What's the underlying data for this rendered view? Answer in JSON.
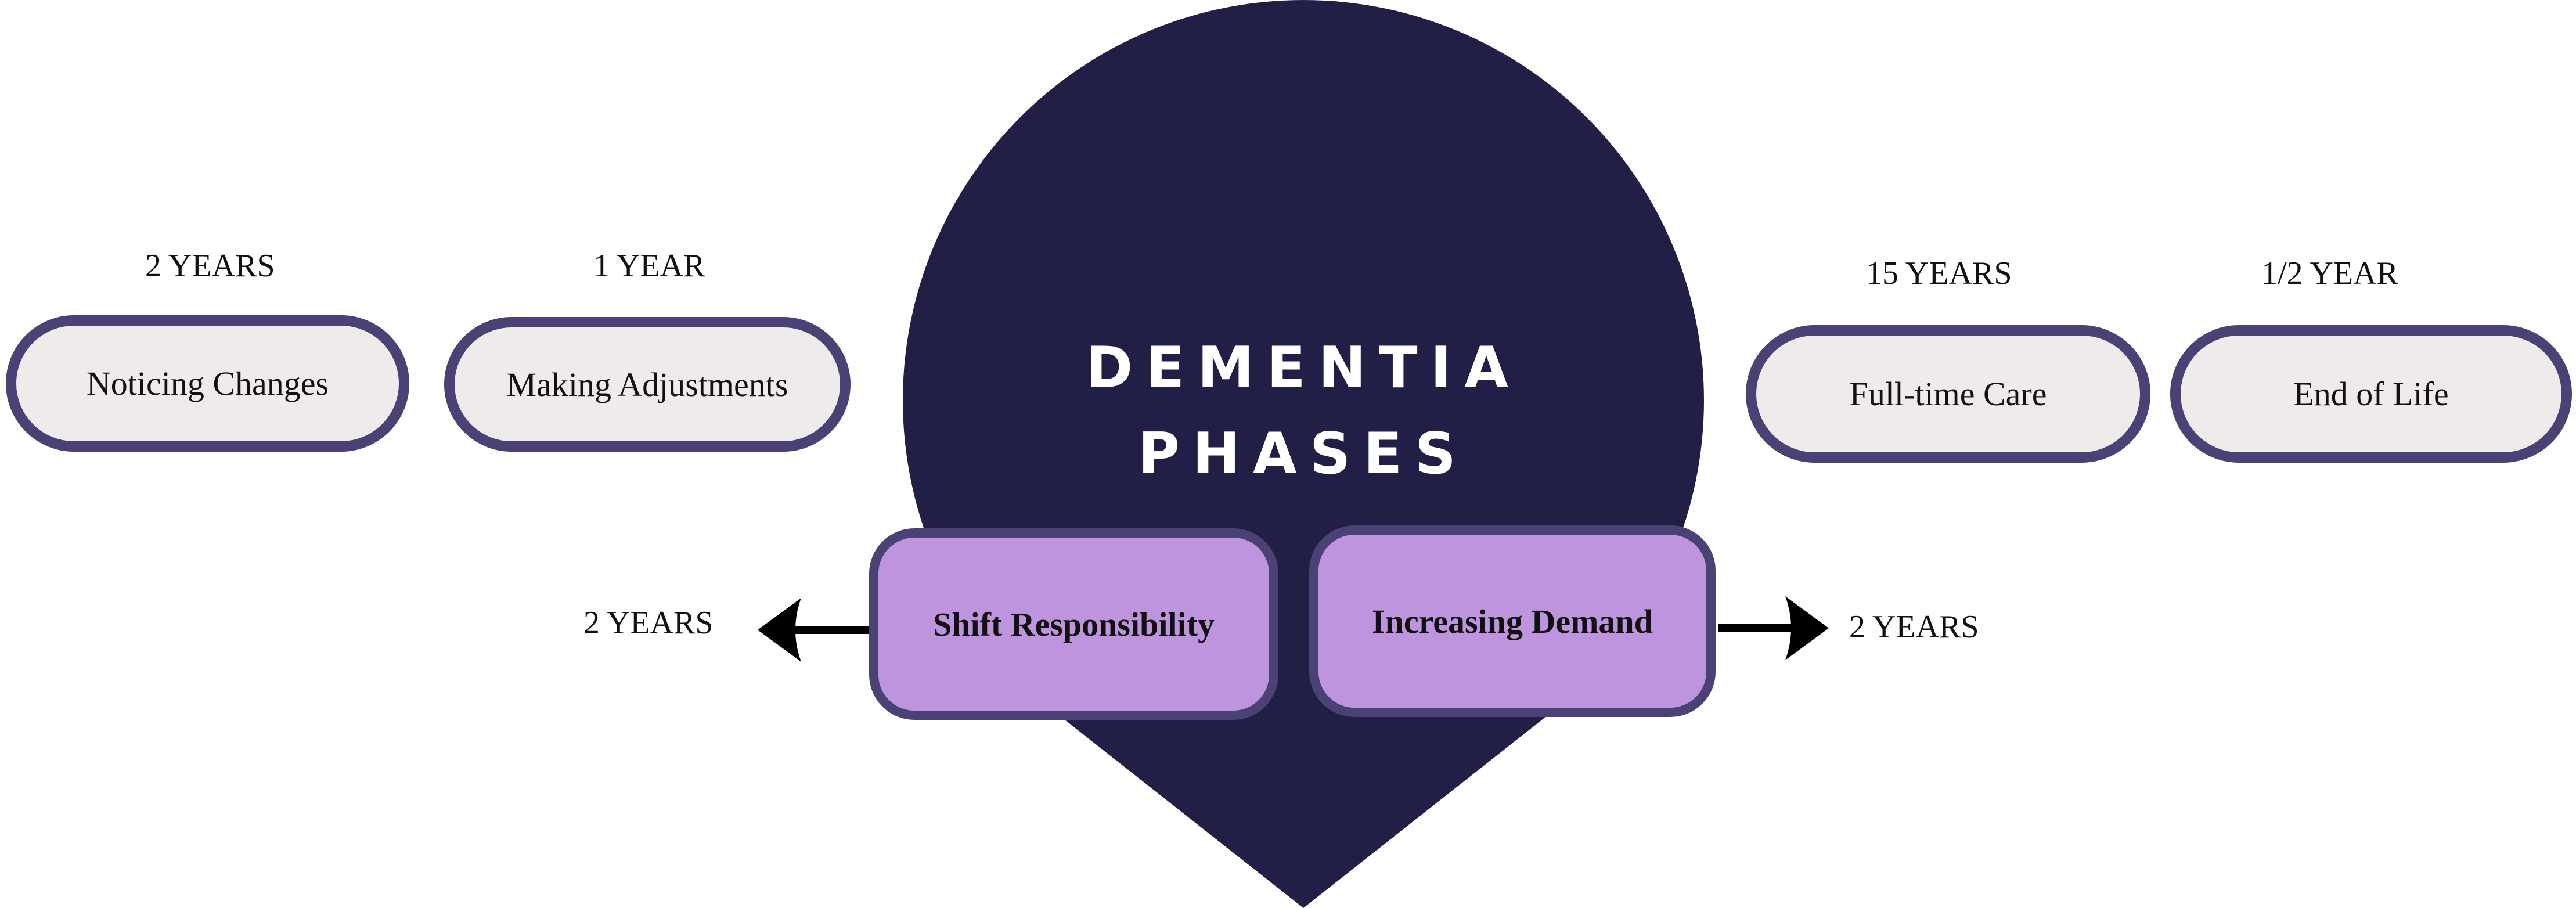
{
  "colors": {
    "navy": "#221F47",
    "outline": "#4A4274",
    "pill": "#EEEBEA",
    "lilac": "#BF94DE"
  },
  "title": {
    "line1": "DEMENTIA",
    "line2": "PHASES"
  },
  "phases": [
    {
      "label": "Noticing Changes",
      "duration": "2 YEARS"
    },
    {
      "label": "Making Adjustments",
      "duration": "1 YEAR"
    },
    {
      "label": "Shift Responsibility",
      "duration": "2 YEARS"
    },
    {
      "label": "Increasing Demand",
      "duration": "2 YEARS"
    },
    {
      "label": "Full-time Care",
      "duration": "15 YEARS"
    },
    {
      "label": "End of Life",
      "duration": "1/2 YEAR"
    }
  ],
  "icons": {
    "left_arrow": "arrow-left-icon",
    "right_arrow": "arrow-right-icon",
    "pin": "map-pin-shape"
  }
}
